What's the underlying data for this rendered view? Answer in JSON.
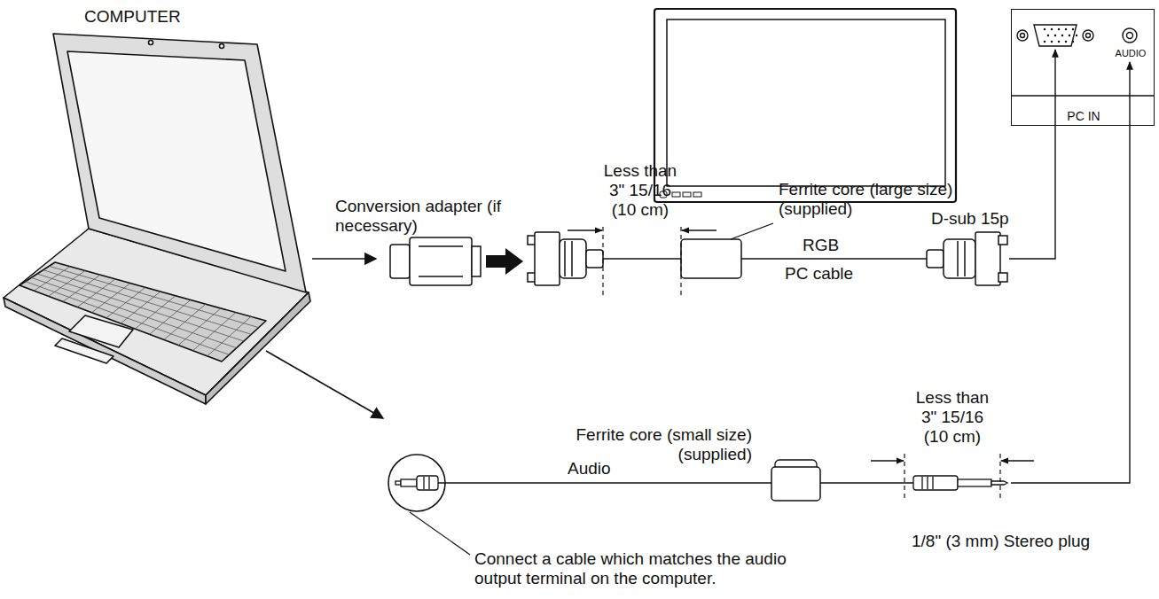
{
  "diagram": {
    "nodes": [
      {
        "text": [
          "COMPUTER"
        ]
      },
      {
        "text": [
          "AUDIO",
          "PC IN"
        ]
      }
    ],
    "labels": [
      "Conversion adapter (if necessary)",
      "Less than 3\" 15/16 (10 cm)",
      "Ferrite core (large size) (supplied)",
      "D-sub 15p",
      "RGB",
      "PC cable",
      "Ferrite core (small size) (supplied)",
      "Less than 3\" 15/16 (10 cm)",
      "Audio",
      "1/8\" (3 mm) Stereo plug",
      "Connect a cable which matches the audio output terminal on the computer."
    ]
  }
}
